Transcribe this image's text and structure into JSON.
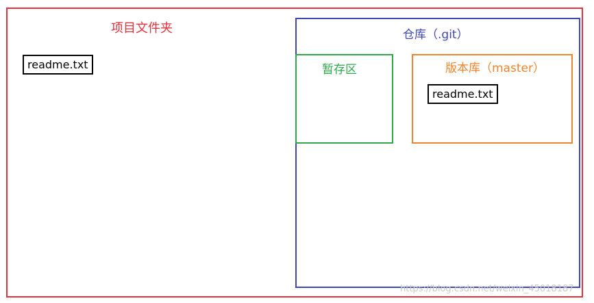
{
  "colors": {
    "project": "#e5323c",
    "repository": "#3c46b4",
    "staging": "#2ea84a",
    "version": "#f0842c",
    "file_border": "#000000",
    "watermark": "#c8c8c8"
  },
  "project_folder": {
    "title": "项目文件夹",
    "file": "readme.txt"
  },
  "repository": {
    "title": "仓库（.git）",
    "staging_area": {
      "title": "暂存区"
    },
    "version_library": {
      "title": "版本库（master）",
      "file": "readme.txt"
    }
  },
  "watermark": "https://blog.csdn.net/weixin_45018187"
}
